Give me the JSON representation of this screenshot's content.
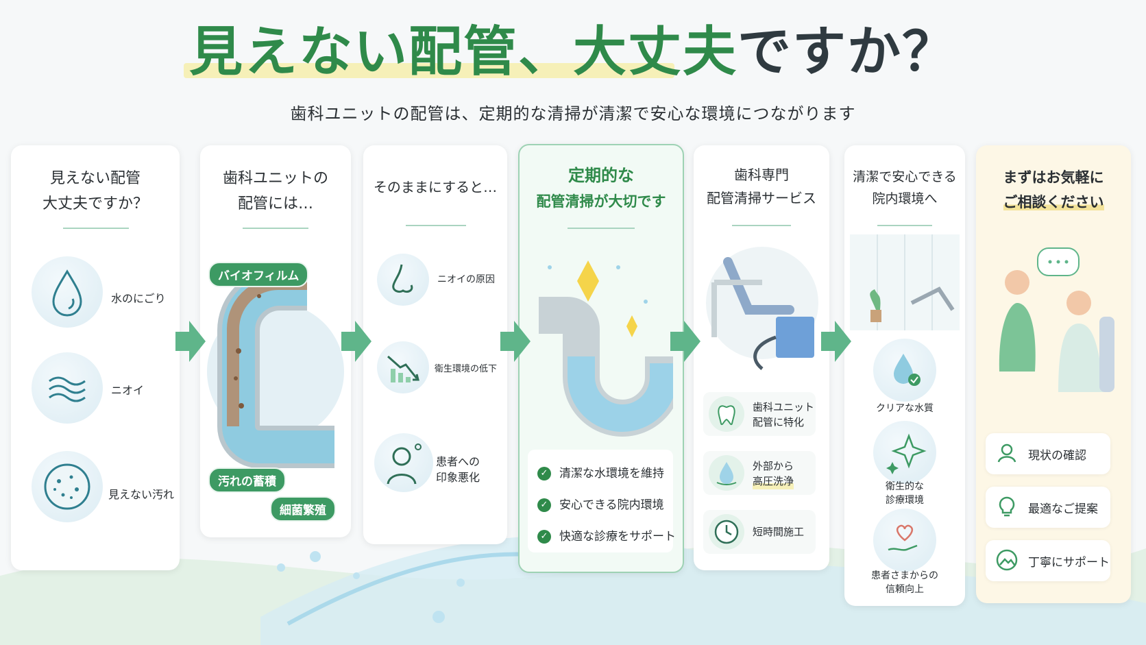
{
  "header": {
    "title_green": "見えない配管、大丈夫",
    "title_dark": "ですか？",
    "subtitle": "歯科ユニットの配管は、定期的な清掃が清潔で安心な環境につながります"
  },
  "panels": [
    {
      "title_lines": [
        "見えない配管",
        "大丈夫ですか？"
      ],
      "items": [
        {
          "icon": "water-drop-icon",
          "label": "水のにごり"
        },
        {
          "icon": "odor-waves-icon",
          "label": "ニオイ"
        },
        {
          "icon": "petri-dish-icon",
          "label": "見えない汚れ"
        }
      ]
    },
    {
      "title_lines": [
        "歯科ユニットの",
        "配管には…"
      ],
      "labels": [
        "バイオフィルム",
        "汚れの蓄積",
        "細菌繁殖"
      ]
    },
    {
      "title_lines": [
        "そのままにすると…"
      ],
      "items": [
        {
          "icon": "nose-icon",
          "label": "ニオイの原因"
        },
        {
          "icon": "declining-chart-icon",
          "label_lines": [
            "衛生環境の低下"
          ]
        },
        {
          "icon": "worried-patient-icon",
          "label_lines": [
            "患者への",
            "印象悪化"
          ]
        }
      ]
    },
    {
      "title_lines": [
        "定期的な",
        "配管清掃が大切です"
      ],
      "checks": [
        "清潔な水環境を維持",
        "安心できる院内環境",
        "快適な診療をサポート"
      ]
    },
    {
      "title_lines": [
        "歯科専門",
        "配管清掃サービス"
      ],
      "features": [
        {
          "icon": "tooth-icon",
          "label_lines": [
            "歯科ユニット",
            "配管に特化"
          ]
        },
        {
          "icon": "high-pressure-wash-icon",
          "label_lines": [
            "外部から",
            "高圧洗浄"
          ]
        },
        {
          "icon": "clock-icon",
          "label_lines": [
            "短時間施工"
          ]
        }
      ]
    },
    {
      "title_lines": [
        "清潔で安心できる",
        "院内環境へ"
      ],
      "items": [
        {
          "icon": "clear-water-check-icon",
          "label_lines": [
            "クリアな水質"
          ]
        },
        {
          "icon": "sparkle-icon",
          "label_lines": [
            "衛生的な",
            "診療環境"
          ]
        },
        {
          "icon": "heart-hand-icon",
          "label_lines": [
            "患者さまからの",
            "信頼向上"
          ]
        }
      ]
    },
    {
      "title_lines": [
        "まずはお気軽に",
        "ご相談ください"
      ],
      "actions": [
        {
          "icon": "person-icon",
          "label": "現状の確認"
        },
        {
          "icon": "lightbulb-icon",
          "label": "最適なご提案"
        },
        {
          "icon": "support-mountain-icon",
          "label": "丁寧にサポート"
        }
      ]
    }
  ],
  "colors": {
    "brand_green": "#2f8a4a",
    "accent_green": "#3d9a63",
    "water_blue": "#7cc3de",
    "highlight_yellow": "#f6f0b8",
    "consult_bg": "#fdf7e6"
  }
}
